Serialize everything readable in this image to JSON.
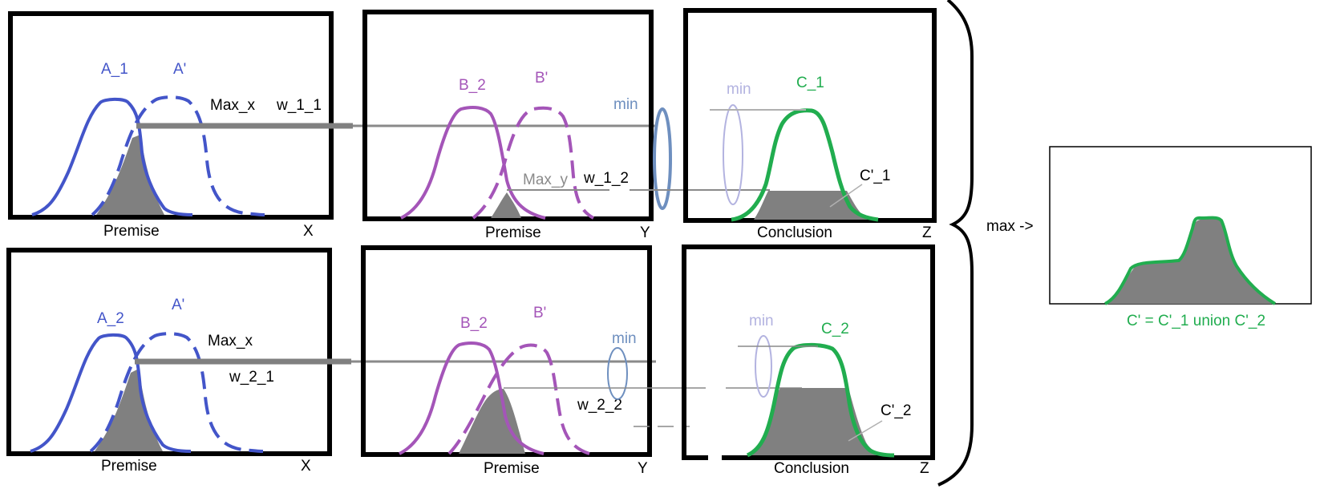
{
  "colors": {
    "a_blue": "#4355c9",
    "b_purple": "#a455b8",
    "c_green": "#21ad4f",
    "fill_gray": "#808080",
    "line_gray": "#8a8a8a",
    "min_blue": "#6e8fbf",
    "min_lavender": "#b3b3e0",
    "text_black": "#000000"
  },
  "row1": {
    "x_panel": {
      "set": "A_1",
      "input": "A'",
      "max_label": "Max_x",
      "weight": "w_1_1",
      "caption": "Premise",
      "axis": "X"
    },
    "y_panel": {
      "set": "B_2",
      "input": "B'",
      "max_label": "Max_y",
      "weight": "w_1_2",
      "min_label": "min",
      "caption": "Premise",
      "axis": "Y"
    },
    "z_panel": {
      "set": "C_1",
      "result": "C'_1",
      "min_label": "min",
      "caption": "Conclusion",
      "axis": "Z"
    }
  },
  "row2": {
    "x_panel": {
      "set": "A_2",
      "input": "A'",
      "max_label": "Max_x",
      "weight": "w_2_1",
      "caption": "Premise",
      "axis": "X"
    },
    "y_panel": {
      "set": "B_2",
      "input": "B'",
      "weight": "w_2_2",
      "min_label": "min",
      "caption": "Premise",
      "axis": "Y"
    },
    "z_panel": {
      "set": "C_2",
      "result": "C'_2",
      "min_label": "min",
      "caption": "Conclusion",
      "axis": "Z"
    }
  },
  "aggregation": {
    "operator": "max ->",
    "result": "C' = C'_1 union C'_2"
  }
}
